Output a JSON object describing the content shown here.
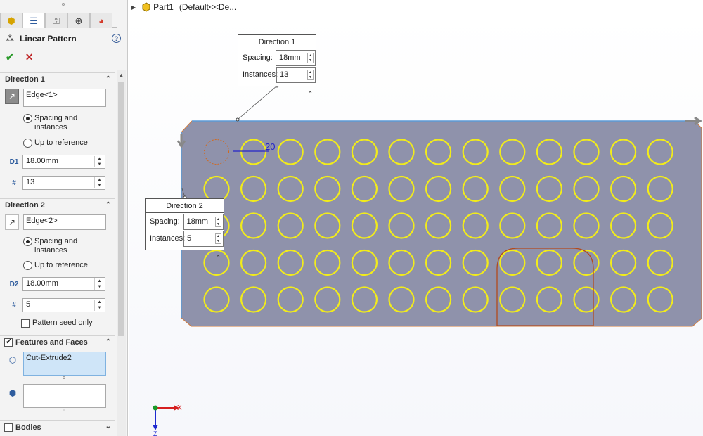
{
  "property_manager": {
    "title": "Linear Pattern",
    "tabs": [
      "feature-manager",
      "property-manager",
      "configuration-manager",
      "dimxpert-manager",
      "display-manager"
    ],
    "direction1": {
      "header": "Direction 1",
      "edge": "Edge<1>",
      "radio_spacing": "Spacing and instances",
      "radio_reference": "Up to reference",
      "spacing": "18.00mm",
      "instances": "13"
    },
    "direction2": {
      "header": "Direction 2",
      "edge": "Edge<2>",
      "radio_spacing": "Spacing and instances",
      "radio_reference": "Up to reference",
      "spacing": "18.00mm",
      "instances": "5",
      "seed_only": "Pattern seed only"
    },
    "features": {
      "header": "Features and Faces",
      "item": "Cut-Extrude2"
    },
    "bodies": {
      "header": "Bodies"
    }
  },
  "canvas": {
    "breadcrumb_part": "Part1",
    "breadcrumb_config": "(Default<<De...",
    "callout1": {
      "title": "Direction 1",
      "spacing_label": "Spacing:",
      "spacing": "18mm",
      "instances_label": "Instances:",
      "instances": "13"
    },
    "callout2": {
      "title": "Direction 2",
      "spacing_label": "Spacing:",
      "spacing": "18mm",
      "instances_label": "Instances:",
      "instances": "5"
    },
    "dimension": "20",
    "pattern": {
      "columns": 13,
      "rows": 5
    },
    "triad": {
      "x": "X",
      "z": "Z"
    }
  },
  "colors": {
    "plate": "#8f92ab",
    "hole": "#f2ec1a",
    "seed": "#d2691e",
    "dimension": "#2424c8",
    "selection": "#cfe5f8"
  }
}
